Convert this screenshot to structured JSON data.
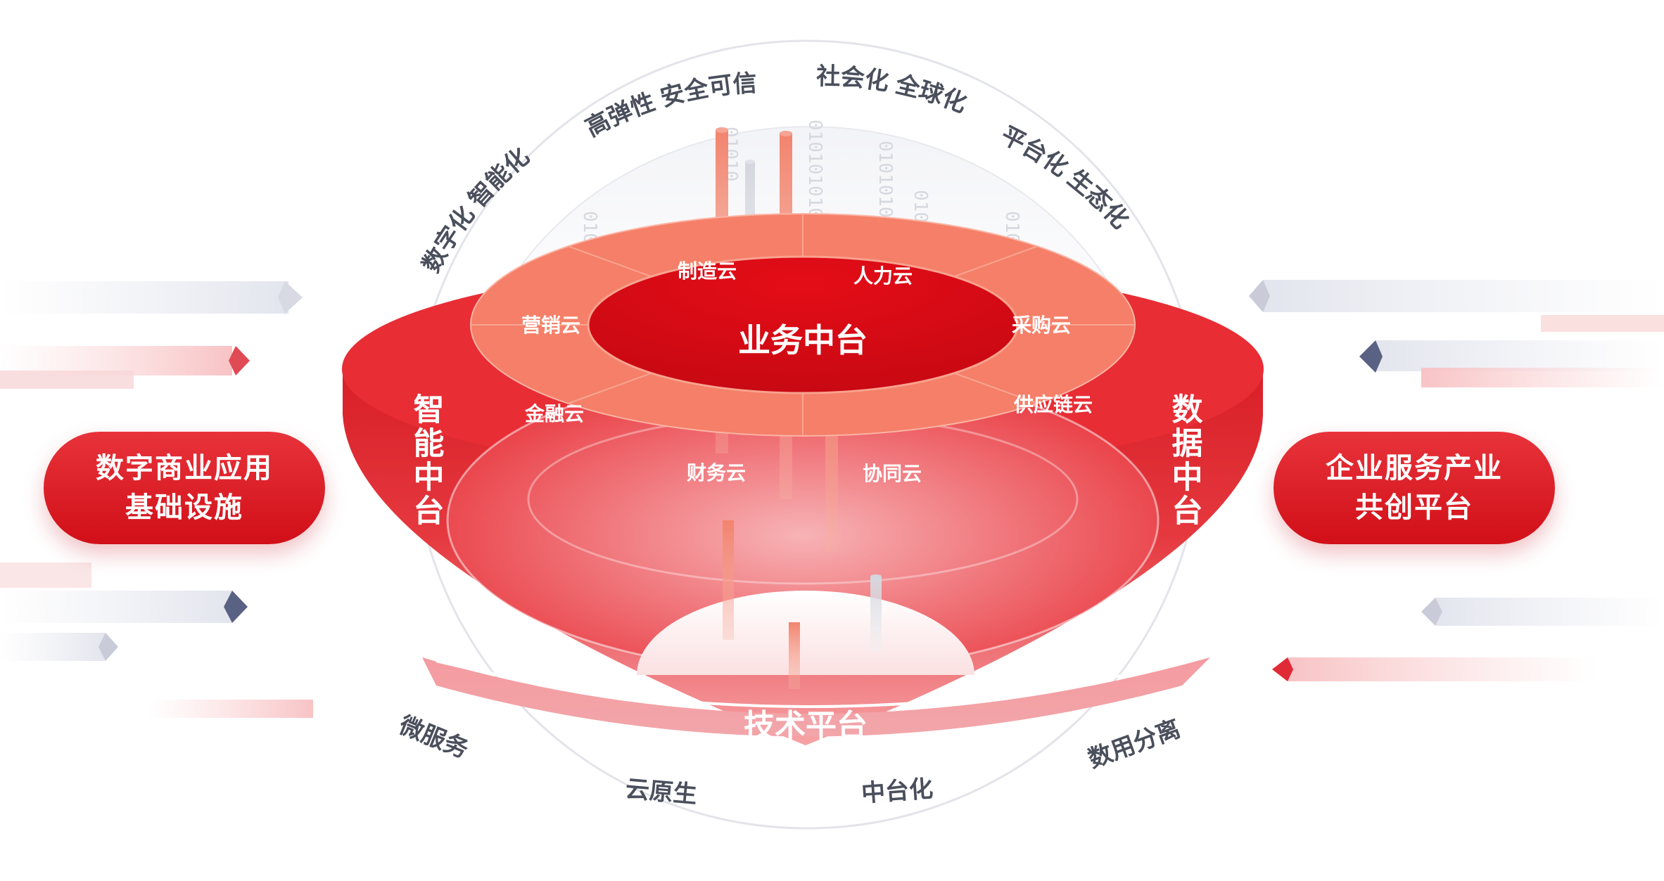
{
  "center_title": "业务中台",
  "ring_items": [
    "制造云",
    "人力云",
    "采购云",
    "供应链云",
    "协同云",
    "财务云",
    "金融云",
    "营销云"
  ],
  "left_label": "智能中台",
  "right_label": "数据中台",
  "bottom_label": "技术平台",
  "top_keywords": [
    "数字化 智能化",
    "高弹性 安全可信",
    "社会化 全球化",
    "平台化 生态化"
  ],
  "bottom_keywords": [
    "微服务",
    "云原生",
    "中台化",
    "数用分离"
  ],
  "left_pill": {
    "line1": "数字商业应用",
    "line2": "基础设施"
  },
  "right_pill": {
    "line1": "企业服务产业",
    "line2": "共创平台"
  },
  "binary_texts": [
    "0101010",
    "01010",
    "0101010101",
    "01010101",
    "0101010",
    "01010101"
  ],
  "colors": {
    "accent": "#e1141d",
    "ring": "#f57f68",
    "keyword": "#4a4f5c",
    "chevron": "#5a6283"
  }
}
